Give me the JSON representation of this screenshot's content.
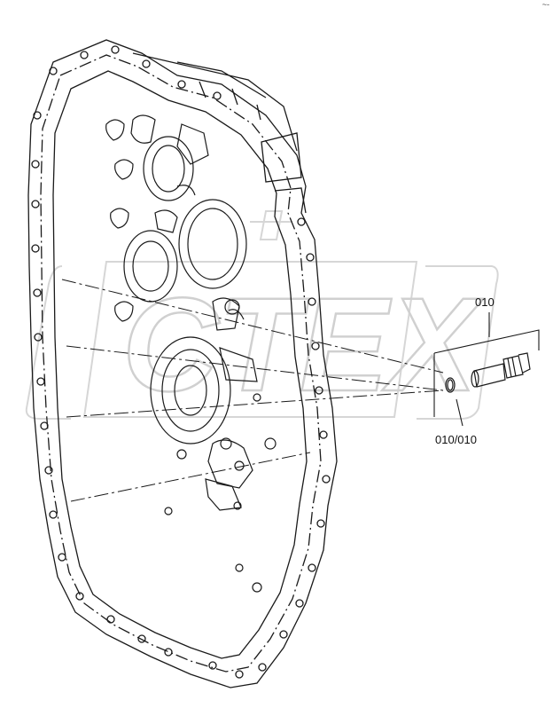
{
  "diagram": {
    "parts": [
      {
        "id": "010",
        "label": "010"
      },
      {
        "id": "010/010",
        "label": "010/010"
      }
    ]
  },
  "watermark": {
    "text": "CTEX",
    "color": "#d8d8d8"
  },
  "corner_mark": "~-",
  "colors": {
    "line": "#1a1a1a",
    "background": "#ffffff"
  }
}
